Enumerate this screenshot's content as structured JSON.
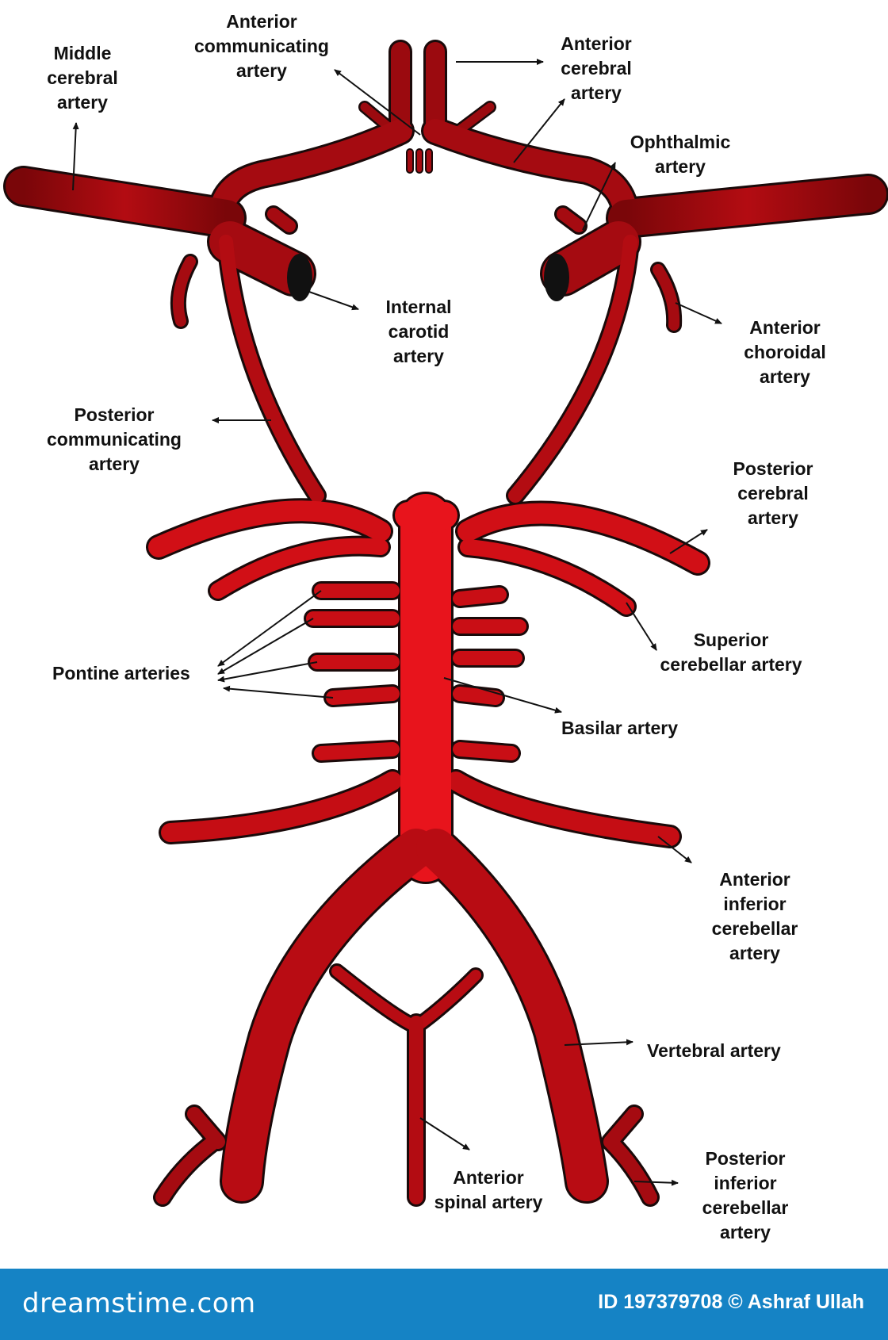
{
  "colors": {
    "vessel_top": "#c40c12",
    "vessel_mid": "#e8141c",
    "vessel_dark": "#7a0609",
    "outline": "#1a0a0a",
    "footer": "#1583c5"
  },
  "labels": {
    "middle_cerebral": "Middle\ncerebral\nartery",
    "anterior_communicating": "Anterior\ncommunicating\nartery",
    "anterior_cerebral": "Anterior\ncerebral\nartery",
    "ophthalmic": "Ophthalmic\nartery",
    "internal_carotid": "Internal\ncarotid\nartery",
    "anterior_choroidal": "Anterior\nchoroidal\nartery",
    "posterior_communicating": "Posterior\ncommunicating\nartery",
    "posterior_cerebral": "Posterior\ncerebral\nartery",
    "superior_cerebellar": "Superior\ncerebellar artery",
    "pontine": "Pontine arteries",
    "basilar": "Basilar artery",
    "anterior_inferior_cerebellar": "Anterior\ninferior\ncerebellar\nartery",
    "vertebral": "Vertebral artery",
    "anterior_spinal": "Anterior\nspinal artery",
    "posterior_inferior_cerebellar": "Posterior\ninferior\ncerebellar\nartery"
  },
  "footer": {
    "brand": "dreamstime.com",
    "stock_id": "ID 197379708 © Ashraf Ullah"
  }
}
